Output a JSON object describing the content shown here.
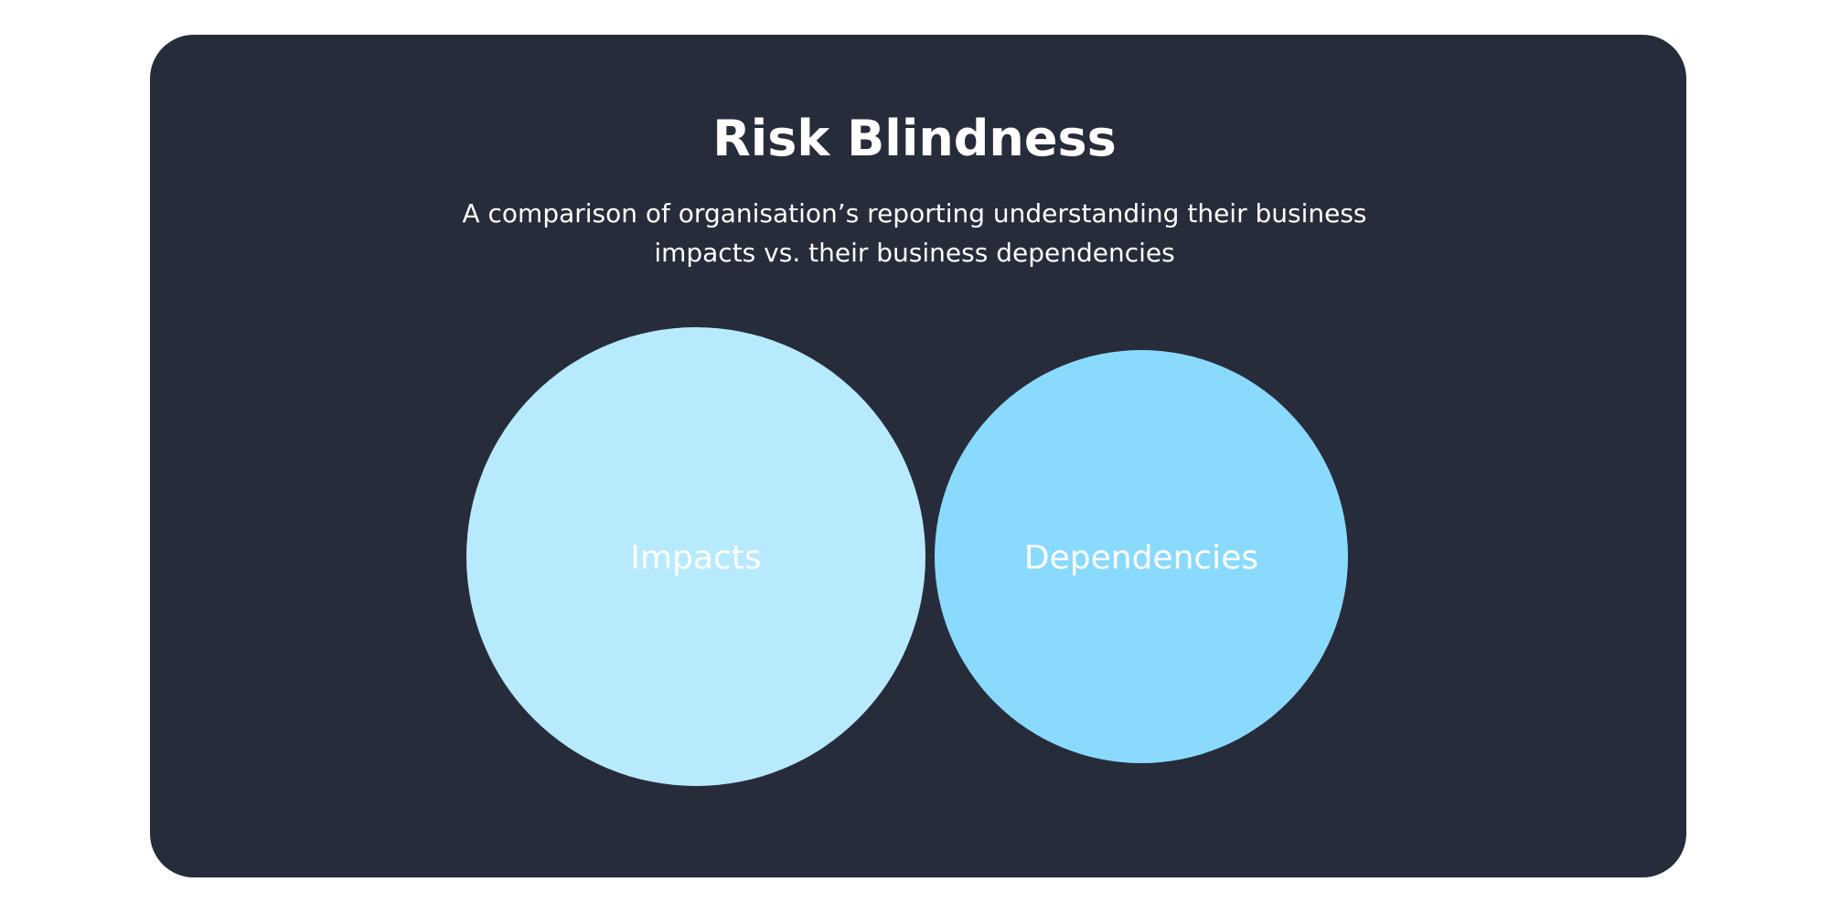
{
  "title": "Risk Blindness",
  "subtitle": "A comparison of organisation’s reporting understanding their business impacts vs. their business dependencies",
  "colors": {
    "page_background": "#ffffff",
    "card_background": "#272c3b",
    "impacts_fill": "#b8eafe",
    "dependencies_fill": "#8adafe",
    "label_text": "#ffffff"
  },
  "circles": [
    {
      "label": "Impacts",
      "fill_color_key": "impacts_fill"
    },
    {
      "label": "Dependencies",
      "fill_color_key": "dependencies_fill"
    }
  ]
}
